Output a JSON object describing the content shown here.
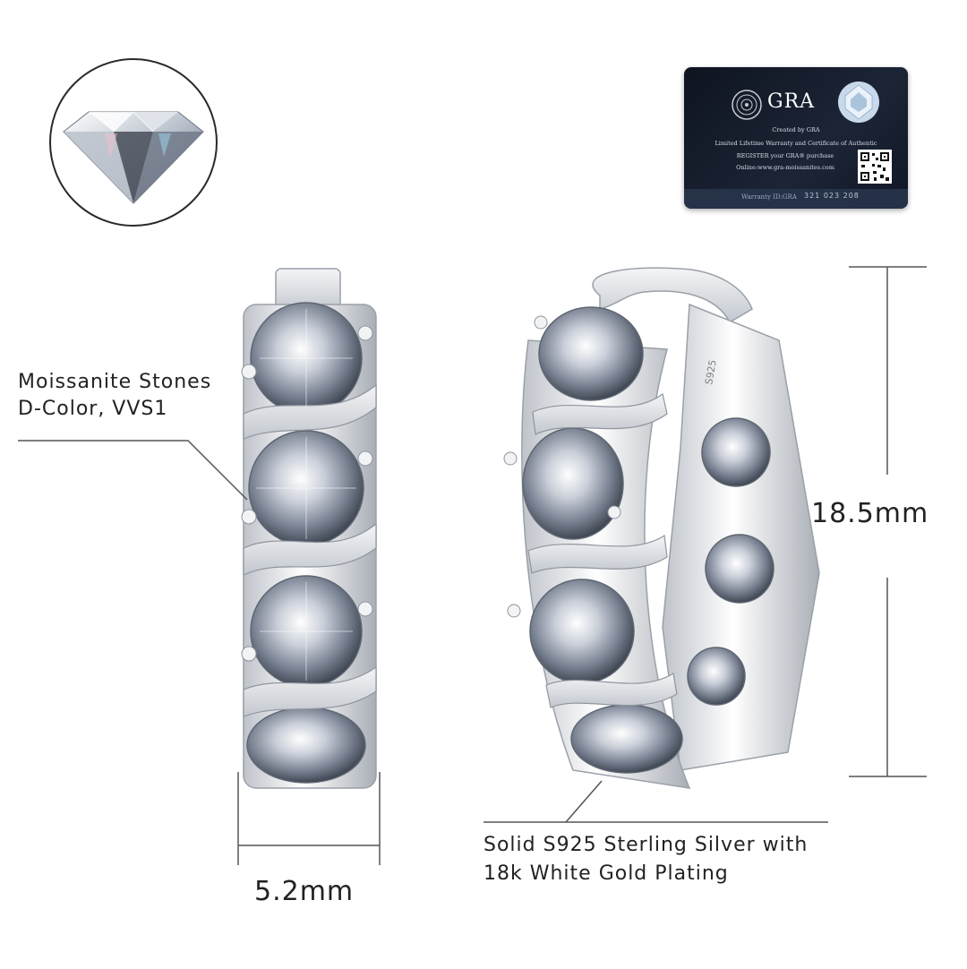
{
  "annotations": {
    "stones_line1": "Moissanite Stones",
    "stones_line2": "D-Color, VVS1",
    "metal_line1": "Solid S925 Sterling Silver with",
    "metal_line2": "18k White Gold Plating",
    "height_dimension": "18.5mm",
    "width_dimension": "5.2mm"
  },
  "certificate": {
    "brand": "GRA",
    "created_by": "Created by GRA",
    "warranty_text": "Limited Lifetime Warranty and Certificate of Authentic",
    "register_text": "REGISTER your GRA® purchase",
    "online_text": "Online:www.gra-moissanites.com",
    "warranty_id_label": "Warranty ID:GRA",
    "warranty_id_number": "321  023  208"
  },
  "hallmark": {
    "stamp": "S925"
  },
  "colors": {
    "background": "#ffffff",
    "text": "#222222",
    "line": "#555555",
    "card": "#141c2b",
    "metal": "#e6e8ec"
  },
  "icons": [
    "gem-icon",
    "qr-code-icon",
    "seal-icon"
  ]
}
